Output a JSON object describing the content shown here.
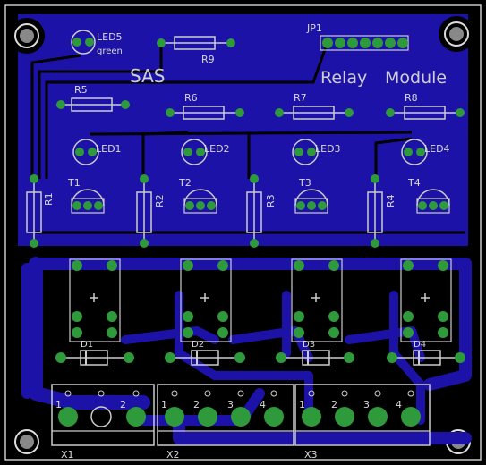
{
  "board": {
    "title_left": "SAS",
    "title_right_a": "Relay",
    "title_right_b": "Module"
  },
  "colors": {
    "background": "#000000",
    "copper": "#1d12a8",
    "copper_light": "#2417c0",
    "pad": "#2f9a3c",
    "pad_inner": "#d8d8d8",
    "silkscreen": "#d0d0d0",
    "outline": "#c8c8c8"
  },
  "labels": {
    "led5": "LED5",
    "led5_color": "green",
    "jp1": "JP1",
    "r9": "R9",
    "r5": "R5",
    "r6": "R6",
    "r7": "R7",
    "r8": "R8",
    "led1": "LED1",
    "led2": "LED2",
    "led3": "LED3",
    "led4": "LED4",
    "t1": "T1",
    "t2": "T2",
    "t3": "T3",
    "t4": "T4",
    "r1": "R1",
    "r2": "R2",
    "r3": "R3",
    "r4": "R4",
    "d1": "D1",
    "d2": "D2",
    "d3": "D3",
    "d4": "D4",
    "x1": "X1",
    "x2": "X2",
    "x3": "X3",
    "pin1": "1",
    "pin2": "2",
    "pin3": "3",
    "pin4": "4"
  }
}
